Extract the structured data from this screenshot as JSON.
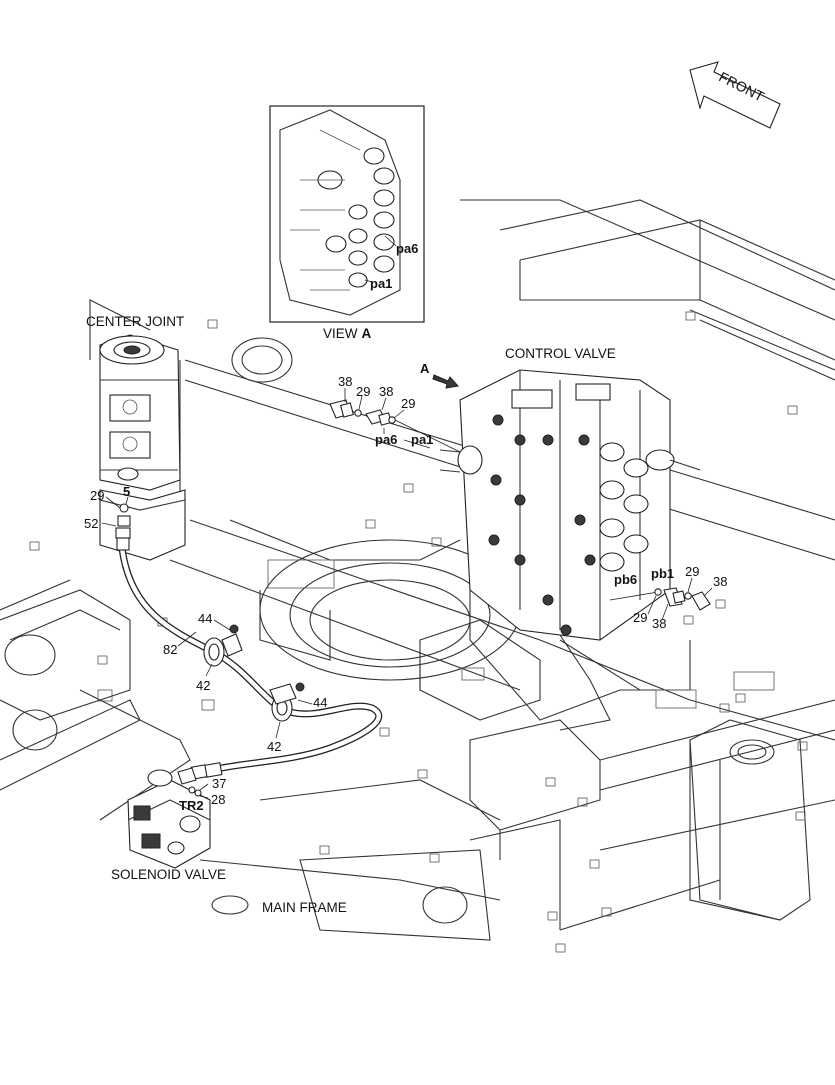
{
  "labels": {
    "front": "FRONT",
    "view_a": "VIEW",
    "view_a_letter": "A",
    "center_joint": "CENTER JOINT",
    "control_valve": "CONTROL VALVE",
    "solenoid_valve": "SOLENOID VALVE",
    "main_frame": "MAIN FRAME",
    "arrow_a": "A"
  },
  "callouts": {
    "n5": "5",
    "n29_cj": "29",
    "n52": "52",
    "n82": "82",
    "n44_a": "44",
    "n42_a": "42",
    "n44_b": "44",
    "n42_b": "42",
    "n37": "37",
    "n28": "28",
    "tr2": "TR2",
    "n38_a": "38",
    "n29_a": "29",
    "n38_b": "38",
    "n29_b": "29",
    "pa6_main": "pa6",
    "pa1_main": "pa1",
    "pa6_view": "pa6",
    "pa1_view": "pa1",
    "pb6": "pb6",
    "pb1": "pb1",
    "n29_c": "29",
    "n38_c": "38",
    "n29_d": "29",
    "n38_d": "38"
  }
}
